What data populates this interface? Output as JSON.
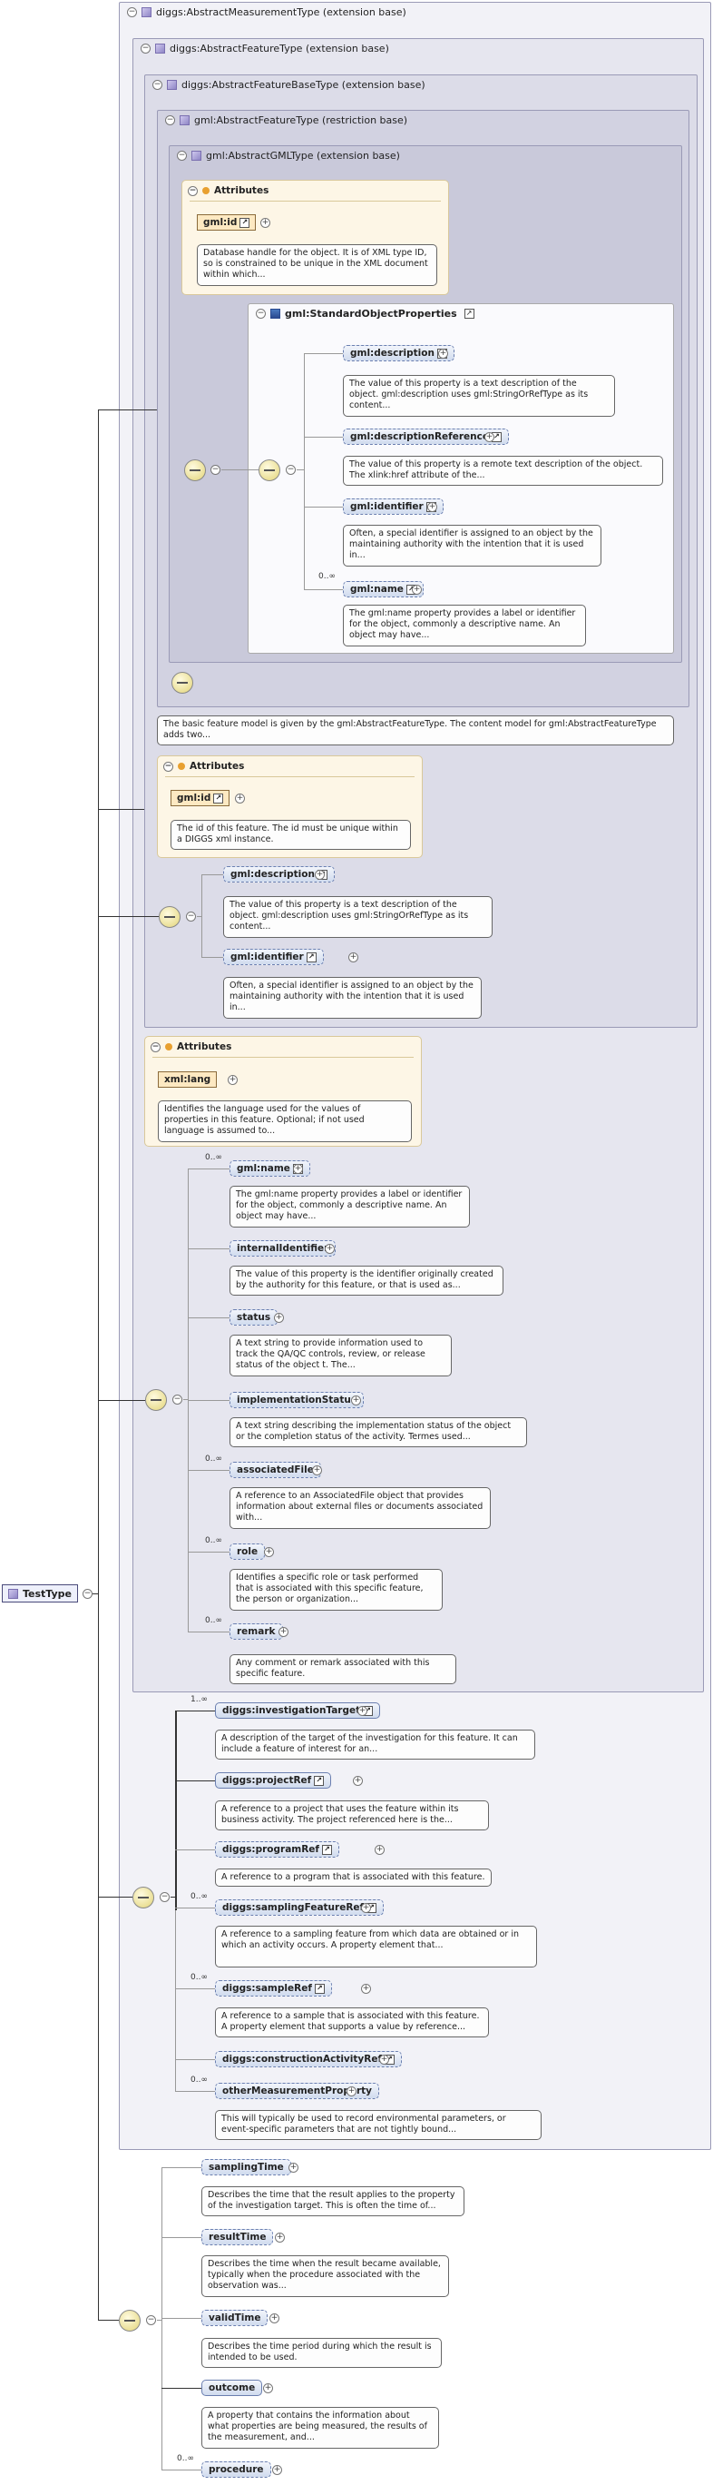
{
  "root_type": "TestType",
  "groups": {
    "g0": "diggs:AbstractMeasurementType (extension base)",
    "g1": "diggs:AbstractFeatureType (extension base)",
    "g2": "diggs:AbstractFeatureBaseType (extension base)",
    "g3": "gml:AbstractFeatureType (restriction base)",
    "g4": "gml:AbstractGMLType (extension base)",
    "prop": "gml:StandardObjectProperties"
  },
  "attrs_label": "Attributes",
  "gml_attrs": {
    "name": "gml:id",
    "doc": "Database handle for the object. It is of XML type ID, so is constrained to be unique in the XML document within which..."
  },
  "std_props": [
    {
      "name": "gml:description",
      "card": "",
      "doc": "The value of this property is a text description of the object. gml:description uses gml:StringOrRefType as its content..."
    },
    {
      "name": "gml:descriptionReference",
      "card": "",
      "doc": "The value of this property is a remote text description of the object. The xlink:href attribute of the..."
    },
    {
      "name": "gml:identifier",
      "card": "",
      "doc": "Often, a special identifier is assigned to an object by the maintaining authority with the intention that it is used in..."
    },
    {
      "name": "gml:name",
      "card": "0..∞",
      "doc": "The gml:name property provides a label or identifier for the object, commonly a descriptive name. An object may have..."
    }
  ],
  "feature_doc": "The basic feature model is given by the gml:AbstractFeatureType. The content model for gml:AbstractFeatureType adds two...",
  "base_attrs": {
    "name": "gml:id",
    "doc": "The id of this feature. The id must be unique within a DIGGS xml instance."
  },
  "base_elems": [
    {
      "name": "gml:description",
      "doc": "The value of this property is a text description of the object. gml:description uses gml:StringOrRefType as its content..."
    },
    {
      "name": "gml:identifier",
      "doc": "Often, a special identifier is assigned to an object by the maintaining authority with the intention that it is used in..."
    }
  ],
  "feature_attrs": {
    "name": "xml:lang",
    "doc": "Identifies the language used for the values of properties in this feature. Optional; if not used language is assumed to..."
  },
  "feature_elems": [
    {
      "name": "gml:name",
      "card": "0..∞",
      "doc": "The gml:name property provides a label or identifier for the object, commonly a descriptive name. An object may have..."
    },
    {
      "name": "internalIdentifier",
      "card": "",
      "doc": "The value of this property is the identifier originally created by the authority for this feature, or that is used as..."
    },
    {
      "name": "status",
      "card": "",
      "doc": "A text string to provide information used to track the QA/QC controls, review, or release status of the object t. The..."
    },
    {
      "name": "implementationStatus",
      "card": "",
      "doc": "A text string describing the implementation status of the object or the completion status of the activity. Termes used..."
    },
    {
      "name": "associatedFile",
      "card": "0..∞",
      "doc": "A reference to an AssociatedFile object that provides information about external files or documents associated with..."
    },
    {
      "name": "role",
      "card": "0..∞",
      "doc": "Identifies a specific role or task performed that is associated with this specific feature, the person or organization..."
    },
    {
      "name": "remark",
      "card": "0..∞",
      "doc": "Any comment or remark associated with this specific feature."
    }
  ],
  "measurement_elems": [
    {
      "name": "diggs:investigationTarget",
      "card": "1..∞",
      "doc": "A description of the target of the investigation for this feature. It can include a feature of interest for an..."
    },
    {
      "name": "diggs:projectRef",
      "card": "",
      "doc": "A reference to a project that uses the feature within its business activity. The project referenced here is the..."
    },
    {
      "name": "diggs:programRef",
      "card": "",
      "doc": "A reference to a program that is associated with this feature."
    },
    {
      "name": "diggs:samplingFeatureRef",
      "card": "0..∞",
      "doc": "A reference to a sampling feature from which data are obtained or in which an activity occurs. A property element that..."
    },
    {
      "name": "diggs:sampleRef",
      "card": "0..∞",
      "doc": "A reference to a sample that is associated with this feature. A property element that supports a value by reference..."
    },
    {
      "name": "diggs:constructionActivityRef",
      "card": "",
      "doc": ""
    },
    {
      "name": "otherMeasurementProperty",
      "card": "0..∞",
      "doc": "This will typically be used to record environmental parameters, or event-specific parameters that are not tightly bound..."
    }
  ],
  "test_elems": [
    {
      "name": "samplingTime",
      "card": "",
      "doc": "Describes the time that the result applies to the property of the investigation target. This is often the time of..."
    },
    {
      "name": "resultTime",
      "card": "",
      "doc": "Describes the time when the result became available, typically when the procedure associated with the observation was..."
    },
    {
      "name": "validTime",
      "card": "",
      "doc": "Describes the time period during which the result is intended to be used."
    },
    {
      "name": "outcome",
      "card": "",
      "doc": "A property that contains the information about what properties are being measured, the results of the measurement, and..."
    },
    {
      "name": "procedure",
      "card": "0..∞",
      "doc": ""
    }
  ]
}
